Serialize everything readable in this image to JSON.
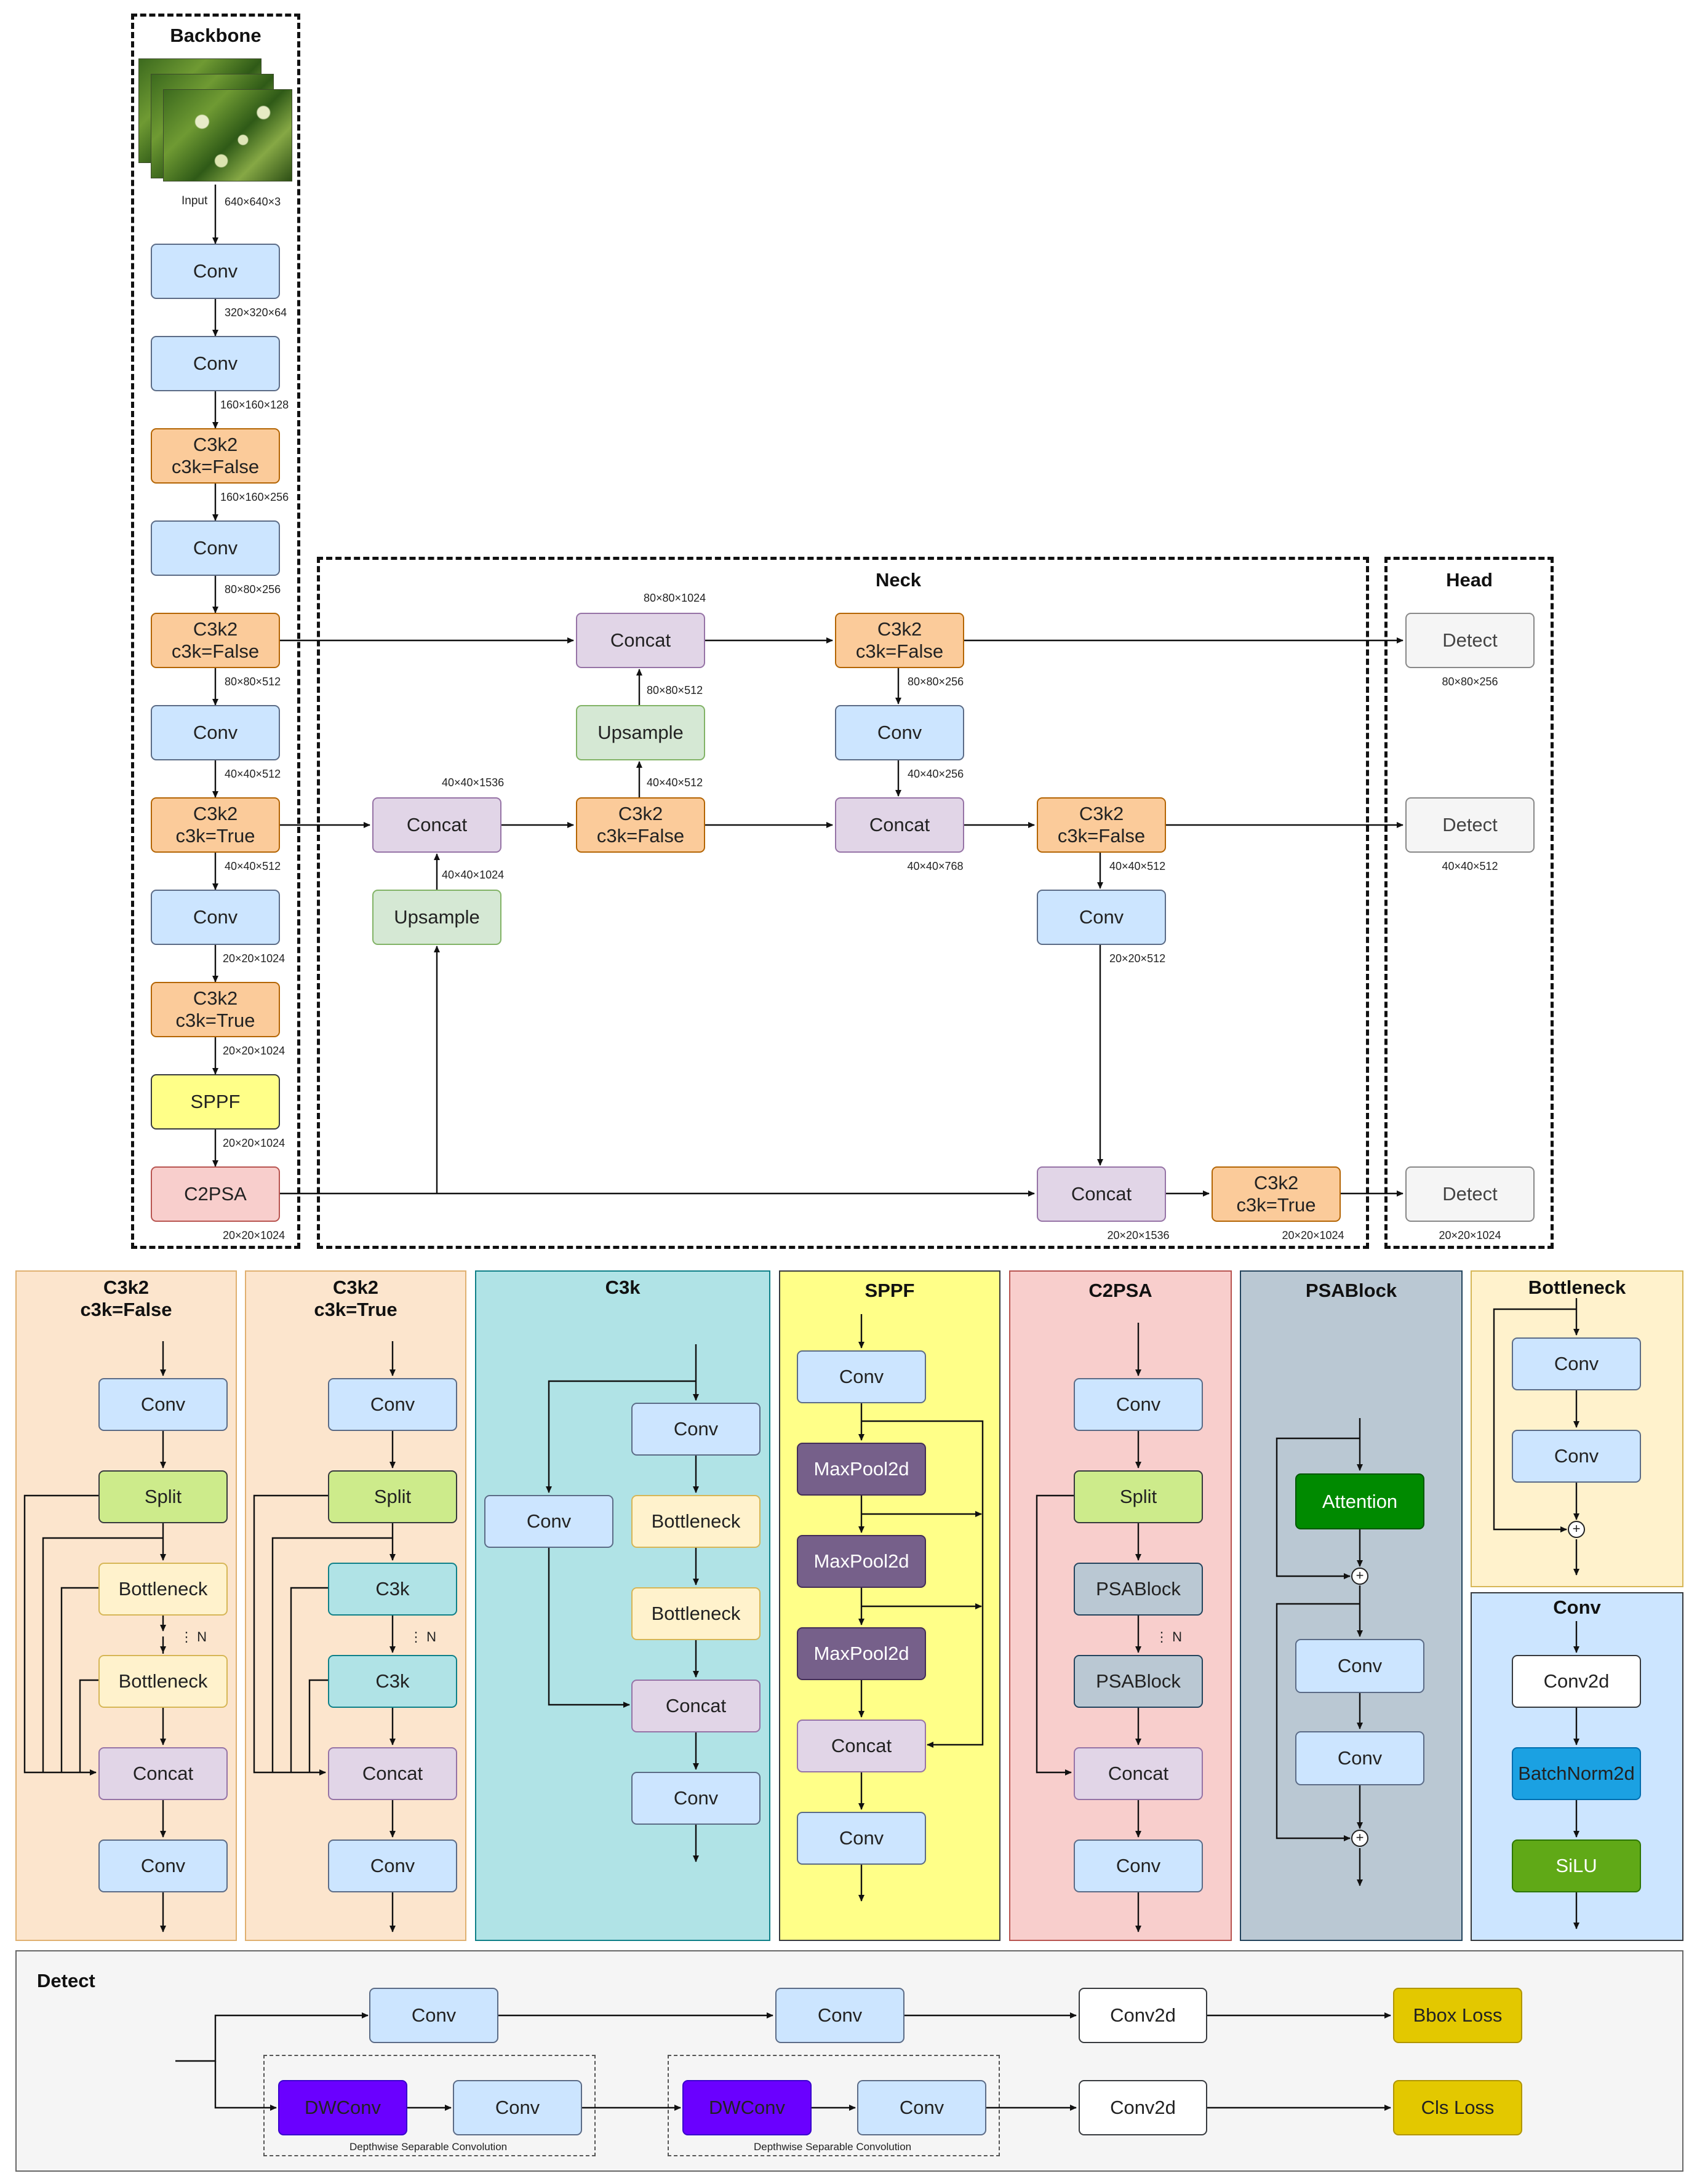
{
  "colors": {
    "conv": "#cce5ff",
    "c3k2": "#fbcb9a",
    "concat": "#e1d5e7",
    "upsample": "#d5e8d4",
    "detect": "#f5f5f5",
    "sppf": "#ffff88",
    "c2psa": "#f8cecc",
    "split": "#cdeb8b",
    "bottleneck": "#fff2cc",
    "c3k": "#b0e3e6",
    "maxpool": "#76608a",
    "psablock": "#bac8d3",
    "attention": "#008a00",
    "batchnorm": "#1ba1e2",
    "silu": "#60a917",
    "dwconv": "#6a00ff",
    "loss": "#e3c800",
    "panel_c3k2": "#fce5cd",
    "panel_c3k": "#b0e3e6",
    "panel_sppf": "#ffff88",
    "panel_c2psa": "#f8cecc",
    "panel_psablock": "#bac8d3",
    "panel_bottleneck": "#fff2cc",
    "panel_conv": "#cce5ff",
    "panel_detect": "#f5f5f5"
  },
  "sections": {
    "backbone": "Backbone",
    "neck": "Neck",
    "head": "Head"
  },
  "backbone": {
    "input_label": "Input",
    "input_shape": "640×640×3",
    "blocks": [
      "Conv",
      "Conv",
      "C3k2\nc3k=False",
      "Conv",
      "C3k2\nc3k=False",
      "Conv",
      "C3k2\nc3k=True",
      "Conv",
      "C3k2\nc3k=True",
      "SPPF",
      "C2PSA"
    ],
    "shapes": [
      "320×320×64",
      "160×160×128",
      "160×160×256",
      "80×80×256",
      "80×80×512",
      "40×40×512",
      "40×40×512",
      "20×20×1024",
      "20×20×1024",
      "20×20×1024",
      "20×20×1024"
    ]
  },
  "neck": {
    "upsample1": "Upsample",
    "upsample1_shape": "40×40×1024",
    "concat1": "Concat",
    "concat1_shape": "40×40×1536",
    "c3k2_1": "C3k2\nc3k=False",
    "c3k2_1_shape": "40×40×512",
    "upsample2": "Upsample",
    "upsample2_shape": "80×80×512",
    "concat2": "Concat",
    "concat2_shape": "80×80×1024",
    "c3k2_2": "C3k2\nc3k=False",
    "c3k2_2_shape": "80×80×256",
    "conv1": "Conv",
    "conv1_shape": "40×40×256",
    "concat3": "Concat",
    "concat3_shape": "40×40×768",
    "c3k2_3": "C3k2\nc3k=False",
    "c3k2_3_shape": "40×40×512",
    "conv2": "Conv",
    "conv2_shape": "20×20×512",
    "concat4": "Concat",
    "concat4_shape": "20×20×1536",
    "c3k2_4": "C3k2\nc3k=True",
    "c3k2_4_shape": "20×20×1024"
  },
  "head": {
    "detect_label": "Detect",
    "shapes": [
      "80×80×256",
      "40×40×512",
      "20×20×1024"
    ]
  },
  "modules": {
    "c3k2_false": {
      "title": "C3k2\nc3k=False",
      "conv_top": "Conv",
      "split": "Split",
      "bottleneck1": "Bottleneck",
      "bottleneck2": "Bottleneck",
      "n": "⋮ N",
      "concat": "Concat",
      "conv_bottom": "Conv"
    },
    "c3k2_true": {
      "title": "C3k2\nc3k=True",
      "conv_top": "Conv",
      "split": "Split",
      "c3k1": "C3k",
      "c3k2": "C3k",
      "n": "⋮ N",
      "concat": "Concat",
      "conv_bottom": "Conv"
    },
    "c3k": {
      "title": "C3k",
      "conv_left": "Conv",
      "conv_top": "Conv",
      "bottleneck1": "Bottleneck",
      "bottleneck2": "Bottleneck",
      "concat": "Concat",
      "conv_bottom": "Conv"
    },
    "sppf": {
      "title": "SPPF",
      "conv_top": "Conv",
      "pool1": "MaxPool2d",
      "pool2": "MaxPool2d",
      "pool3": "MaxPool2d",
      "concat": "Concat",
      "conv_bottom": "Conv"
    },
    "c2psa": {
      "title": "C2PSA",
      "conv_top": "Conv",
      "split": "Split",
      "psa1": "PSABlock",
      "psa2": "PSABlock",
      "n": "⋮ N",
      "concat": "Concat",
      "conv_bottom": "Conv"
    },
    "psablock": {
      "title": "PSABlock",
      "attention": "Attention",
      "conv1": "Conv",
      "conv2": "Conv"
    },
    "bottleneck": {
      "title": "Bottleneck",
      "conv1": "Conv",
      "conv2": "Conv"
    },
    "conv": {
      "title": "Conv",
      "conv2d": "Conv2d",
      "batchnorm": "BatchNorm2d",
      "silu": "SiLU"
    }
  },
  "detect_module": {
    "title": "Detect",
    "top_conv1": "Conv",
    "top_conv2": "Conv",
    "top_conv2d": "Conv2d",
    "bbox_loss": "Bbox Loss",
    "dwconv1": "DWConv",
    "bottom_conv1": "Conv",
    "dwconv2": "DWConv",
    "bottom_conv2": "Conv",
    "bottom_conv2d": "Conv2d",
    "cls_loss": "Cls Loss",
    "dsc_label": "Depthwise Separable Convolution"
  },
  "plus": "+"
}
